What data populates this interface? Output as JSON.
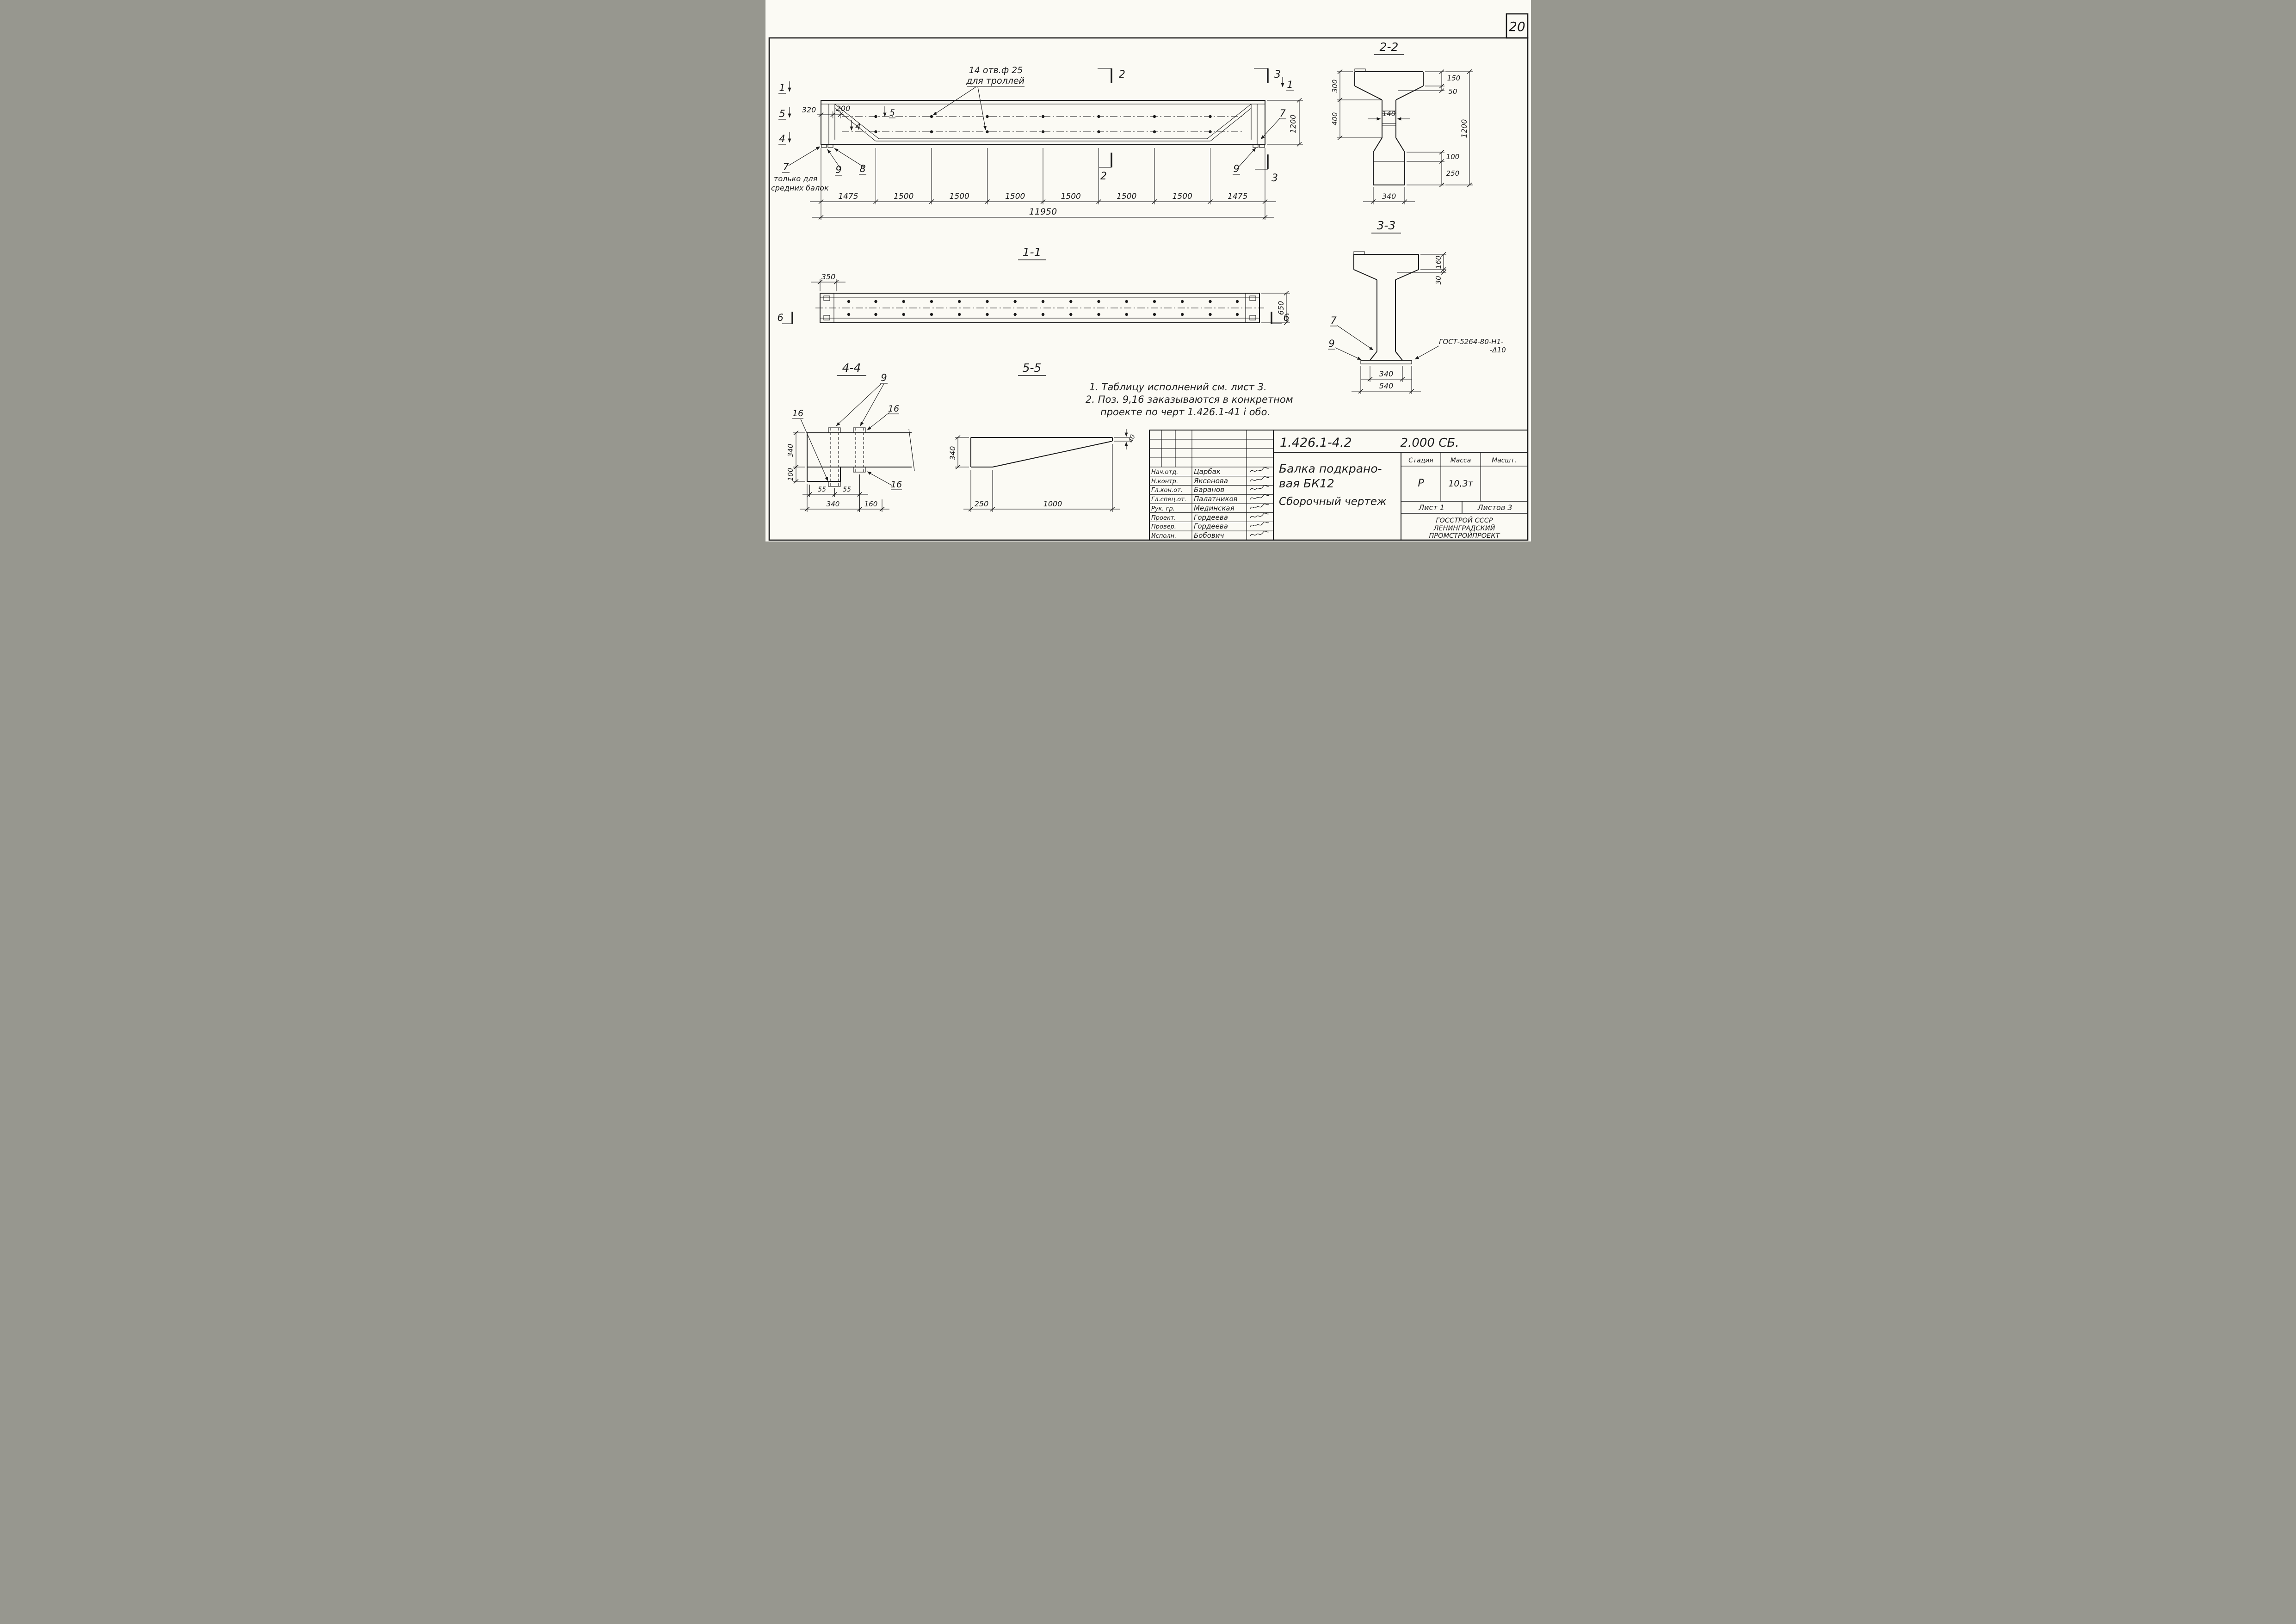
{
  "page_number": "20",
  "main_view": {
    "hole_note": [
      "14 отв.ф 25",
      "для троллей"
    ],
    "note_mid": [
      "только для",
      "средних балок"
    ],
    "flags": {
      "f1": "1",
      "f2": "2",
      "f3": "3",
      "f4": "4",
      "f5": "5"
    },
    "pos": {
      "p7": "7",
      "p8": "8",
      "p9": "9"
    },
    "dims": {
      "d320": "320",
      "d200": "200",
      "segments": [
        "1475",
        "1500",
        "1500",
        "1500",
        "1500",
        "1500",
        "1500",
        "1475"
      ],
      "total": "11950",
      "height": "1200"
    }
  },
  "section22": {
    "title": "2-2",
    "dims": {
      "left300": "300",
      "left400": "400",
      "r150": "150",
      "r50": "50",
      "web140": "140",
      "r100": "100",
      "r250": "250",
      "overall": "1200",
      "bottom340": "340"
    }
  },
  "section33": {
    "title": "3-3",
    "pos": {
      "p7": "7",
      "p9": "9"
    },
    "weld_note": [
      "ГОСТ-5264-80-Н1-",
      "-Δ10"
    ],
    "dims": {
      "r160": "160",
      "r30": "30",
      "b340": "340",
      "b540": "540"
    }
  },
  "section11": {
    "title": "1-1",
    "flag": "6",
    "dims": {
      "d350": "350",
      "d650": "650"
    }
  },
  "section44": {
    "title": "4-4",
    "pos": {
      "p9": "9",
      "p16": "16"
    },
    "dims": {
      "d340v": "340",
      "d100": "100",
      "d55": "55",
      "d340b": "340",
      "d160": "160"
    }
  },
  "section55": {
    "title": "5-5",
    "dims": {
      "d340": "340",
      "d40": "40",
      "d250": "250",
      "d1000": "1000"
    }
  },
  "notes": [
    "1. Таблицу исполнений  см. лист 3.",
    "2. Поз. 9,16 заказываются в конкретном",
    "проекте по черт 1.426.1-41 i обо."
  ],
  "title_block": {
    "doc_number": "1.426.1-4.2",
    "doc_code": "2.000 СБ.",
    "title_lines": [
      "Балка подкрано-",
      "вая БК12",
      "Сборочный  чертеж"
    ],
    "roles": [
      {
        "role": "Нач.отд.",
        "name": "Царбак"
      },
      {
        "role": "Н.контр.",
        "name": "Яксенова"
      },
      {
        "role": "Гл.кон.от.",
        "name": "Баранов"
      },
      {
        "role": "Гл.спец.от.",
        "name": "Палатников"
      },
      {
        "role": "Рук. гр.",
        "name": "Мединская"
      },
      {
        "role": "Проект.",
        "name": "Гордеева"
      },
      {
        "role": "Провер.",
        "name": "Гордеева"
      },
      {
        "role": "Исполн.",
        "name": "Бобович"
      }
    ],
    "stage_header": [
      "Стадия",
      "Масса",
      "Масшт."
    ],
    "stage": "Р",
    "mass": "10,3т",
    "sheet_label": "Лист 1",
    "sheets_label": "Листов 3",
    "org_lines": [
      "ГОССТРОЙ СССР",
      "ЛЕНИНГРАДСКИЙ",
      "ПРОМСТРОЙПРОЕКТ"
    ]
  }
}
